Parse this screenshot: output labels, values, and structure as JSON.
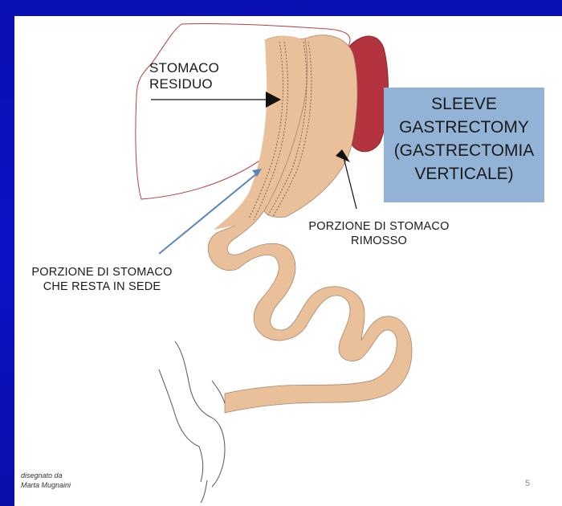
{
  "labels": {
    "stomaco_residuo": [
      "STOMACO",
      "RESIDUO"
    ],
    "sleeve": [
      "SLEEVE",
      "GASTRECTOMY",
      "(GASTRECTOMIA",
      "VERTICALE)"
    ],
    "porzione_rimosso": [
      "PORZIONE DI STOMACO",
      "RIMOSSO"
    ],
    "porzione_resta": [
      "PORZIONE DI STOMACO",
      "CHE RESTA IN SEDE"
    ]
  },
  "credit": [
    "disegnato da",
    "Marta Mugnaini"
  ],
  "page_number": "5",
  "colors": {
    "background": "#0b12c8",
    "stomach": "#e9c09a",
    "removed": "#b3343f",
    "label_box": "#93b3d6",
    "arrow": "#5b85b8"
  }
}
